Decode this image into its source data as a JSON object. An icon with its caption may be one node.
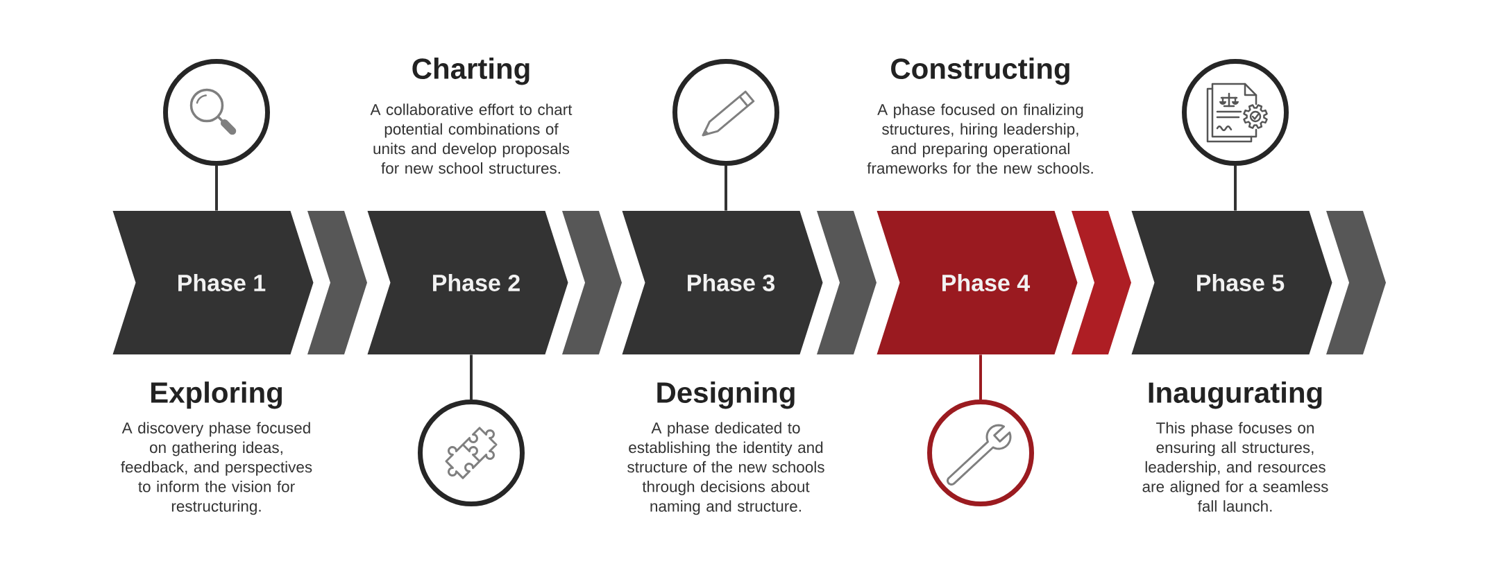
{
  "diagram": {
    "nodes": [
      {
        "text": [
          "Phase 1"
        ],
        "beside": [
          "Exploring",
          "A discovery phase focused on gathering ideas, feedback, and perspectives to inform the vision for restructuring."
        ]
      },
      {
        "text": [
          "Phase 2"
        ],
        "beside": [
          "Charting",
          "A collaborative effort to chart potential combinations of units and develop proposals for new school structures."
        ]
      },
      {
        "text": [
          "Phase 3"
        ],
        "beside": [
          "Designing",
          "A phase dedicated to establishing the identity and structure of the new schools through decisions about naming and structure."
        ]
      },
      {
        "text": [
          "Phase 4"
        ],
        "beside": [
          "Constructing",
          "A phase focused on finalizing structures, hiring leadership, and preparing operational frameworks for the new schools."
        ]
      },
      {
        "text": [
          "Phase 5"
        ],
        "beside": [
          "Inaugurating",
          "This phase focuses on ensuring all structures, leadership, and resources are aligned for a seamless fall launch."
        ]
      },
      {
        "text": [],
        "shape": "circle"
      },
      {
        "text": [],
        "shape": "circle"
      },
      {
        "text": [],
        "shape": "circle"
      },
      {
        "text": [],
        "shape": "circle"
      },
      {
        "text": [],
        "shape": "circle"
      }
    ],
    "edges": [
      {
        "from": 0,
        "to": 1,
        "arrow": "to"
      },
      {
        "from": 1,
        "to": 2,
        "arrow": "to"
      },
      {
        "from": 2,
        "to": 3,
        "arrow": "to"
      },
      {
        "from": 3,
        "to": 4,
        "arrow": "to",
        "color": "#ae1e24"
      },
      {
        "from": 4,
        "to": null,
        "arrow": "to"
      },
      {
        "from": 5,
        "to": 0,
        "arrow": "none"
      },
      {
        "from": 6,
        "to": 1,
        "arrow": "none"
      },
      {
        "from": 7,
        "to": 2,
        "arrow": "none"
      },
      {
        "from": 8,
        "to": 3,
        "arrow": "none",
        "color": "#9b1b20"
      },
      {
        "from": 9,
        "to": 4,
        "arrow": "none"
      }
    ]
  }
}
